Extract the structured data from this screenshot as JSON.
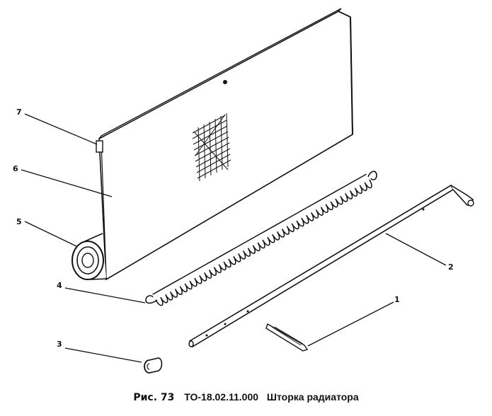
{
  "callouts": [
    {
      "n": "1",
      "part": "bracket"
    },
    {
      "n": "2",
      "part": "control-rod"
    },
    {
      "n": "3",
      "part": "bushing"
    },
    {
      "n": "4",
      "part": "spring"
    },
    {
      "n": "5",
      "part": "roller"
    },
    {
      "n": "6",
      "part": "curtain"
    },
    {
      "n": "7",
      "part": "fastener"
    }
  ],
  "caption": {
    "figure": "Рис. 73",
    "code": "ТО-18.02.11.000",
    "title": "Шторка радиатора"
  }
}
